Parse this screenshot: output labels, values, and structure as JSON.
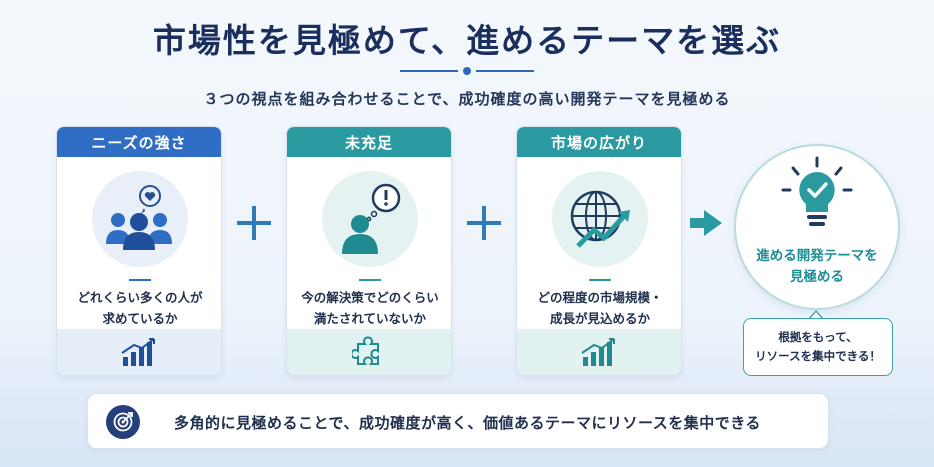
{
  "title": "市場性を見極めて、進めるテーマを選ぶ",
  "subtitle": "３つの視点を組み合わせることで、成功確度の高い開発テーマを見極める",
  "cards": [
    {
      "header": "ニーズの強さ",
      "desc": [
        "どれくらい多くの人が",
        "求めているか"
      ],
      "icon": "people-heart-icon",
      "foot_icon": "growth-chart-icon",
      "color": "#2f6ec4"
    },
    {
      "header": "未充足",
      "desc": [
        "今の解決策でどのくらい",
        "満たされていないか"
      ],
      "icon": "person-question-icon",
      "foot_icon": "puzzle-icon",
      "color": "#2a9aa0"
    },
    {
      "header": "市場の広がり",
      "desc": [
        "どの程度の市場規模・",
        "成長が見込めるか"
      ],
      "icon": "globe-growth-icon",
      "foot_icon": "growth-chart-icon",
      "color": "#2a9aa0"
    }
  ],
  "result": {
    "lines": [
      "進める開発テーマを",
      "見極める"
    ],
    "icon": "lightbulb-check-icon",
    "color": "#1b8f95"
  },
  "note": {
    "lines": [
      "根拠をもって、",
      "リソースを集中できる！"
    ]
  },
  "bottom": {
    "text": "多角的に見極めることで、成功確度が高く、価値あるテーマにリソースを集中できる",
    "icon": "target-icon"
  }
}
